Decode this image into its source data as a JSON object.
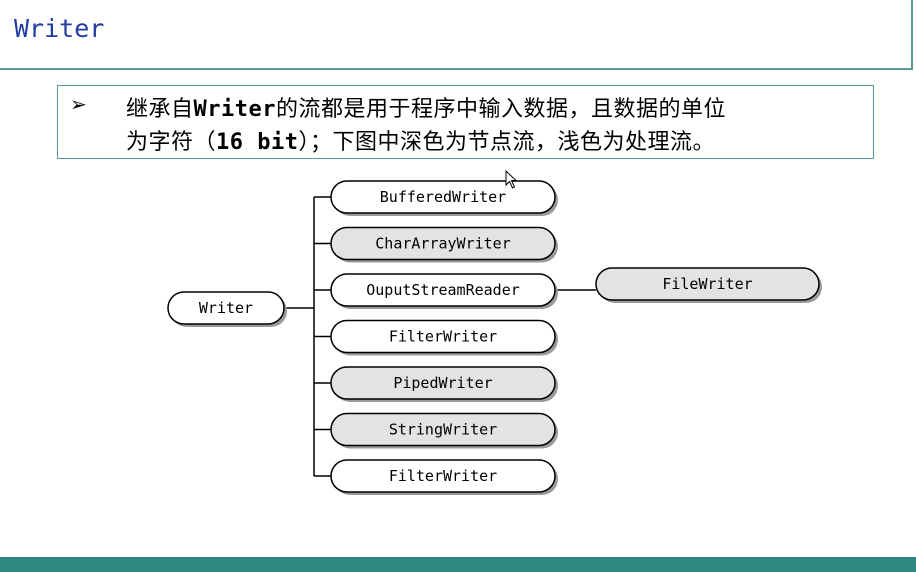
{
  "slide": {
    "title": "Writer",
    "bullet": {
      "arrow": "➢",
      "line1_pre": "继承自",
      "line1_code": "Writer",
      "line1_post": "的流都是用于程序中输入数据，且数据的单位",
      "line2_pre": "为字符（",
      "line2_code": "16 bit",
      "line2_post": "）；下图中深色为节点流，浅色为处理流。"
    }
  },
  "diagram": {
    "root": {
      "label": "Writer",
      "shade": "light"
    },
    "children": [
      {
        "label": "BufferedWriter",
        "shade": "light"
      },
      {
        "label": "CharArrayWriter",
        "shade": "dark"
      },
      {
        "label": "OuputStreamReader",
        "shade": "light"
      },
      {
        "label": "FilterWriter",
        "shade": "light"
      },
      {
        "label": "PipedWriter",
        "shade": "dark"
      },
      {
        "label": "StringWriter",
        "shade": "dark"
      },
      {
        "label": "FilterWriter",
        "shade": "light"
      }
    ],
    "grandchild": {
      "label": "FileWriter",
      "shade": "dark",
      "parent_index": 2
    }
  },
  "colors": {
    "title": "#1f3c9e",
    "frame": "#5a9a98",
    "bottom_bar": "#2e8a80",
    "node_light": "#ffffff",
    "node_dark": "#e3e3e3",
    "node_shadow": "#9a9a9a",
    "node_stroke": "#000000"
  }
}
